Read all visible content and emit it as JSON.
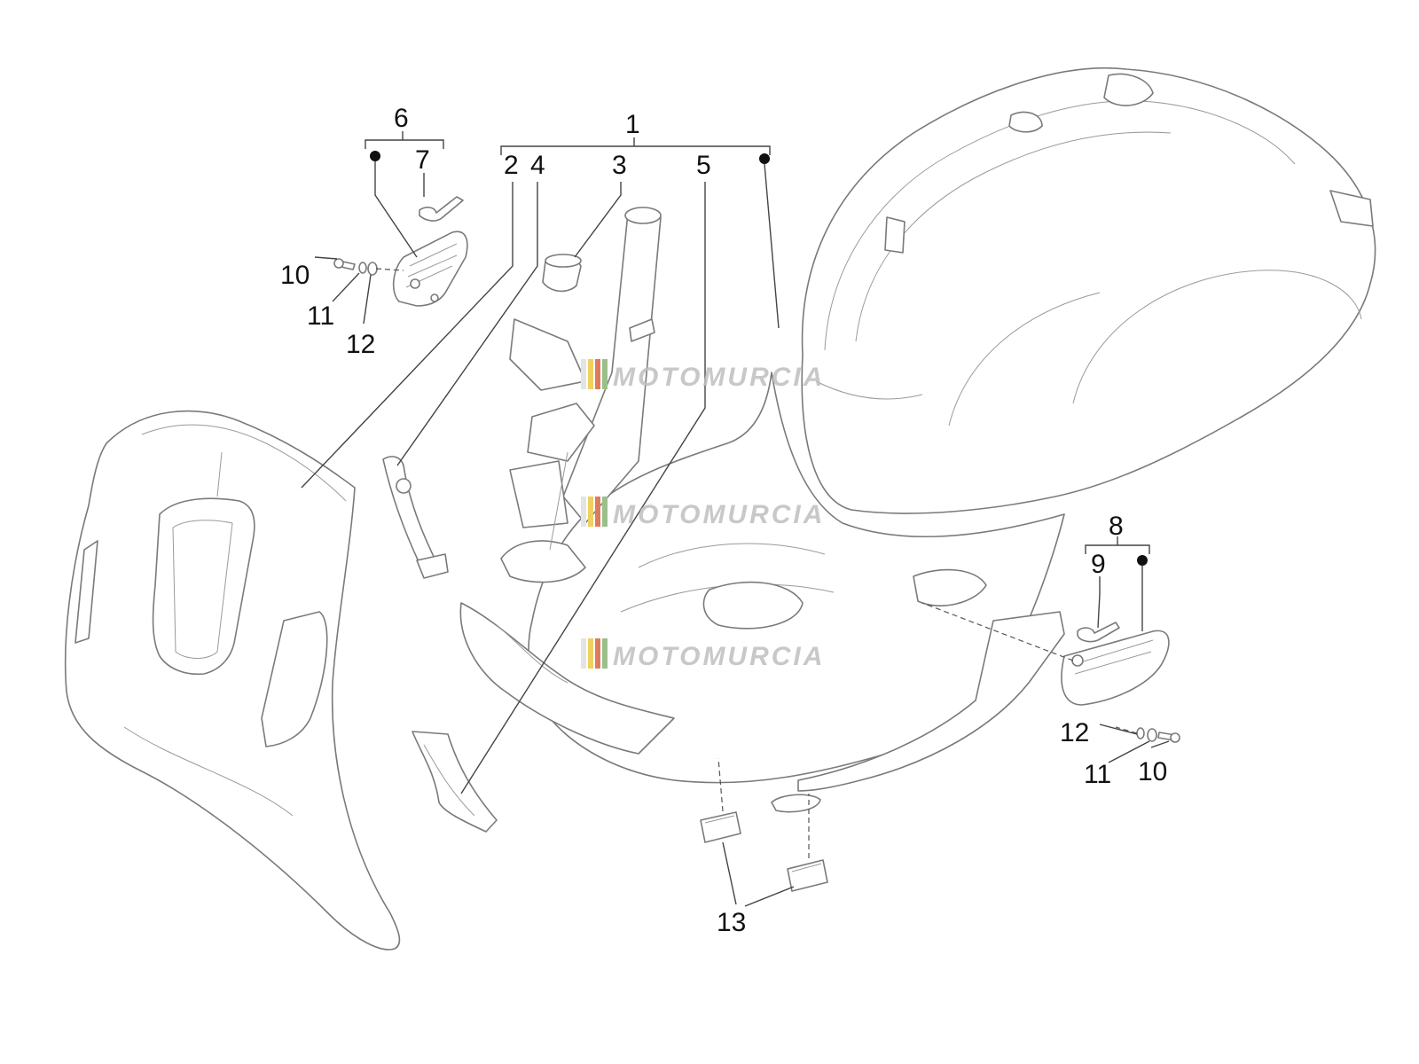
{
  "callouts": {
    "c1": "1",
    "c2": "2",
    "c3": "3",
    "c4": "4",
    "c5": "5",
    "c6": "6",
    "c7": "7",
    "c8": "8",
    "c9": "9",
    "c10a": "10",
    "c11a": "11",
    "c12a": "12",
    "c10b": "10",
    "c11b": "11",
    "c12b": "12",
    "c13": "13"
  },
  "watermark": {
    "text": "MOTOMURCIA",
    "colors": [
      "#e4e4e4",
      "#f0d060",
      "#e07a5f",
      "#9bbf8a"
    ]
  }
}
